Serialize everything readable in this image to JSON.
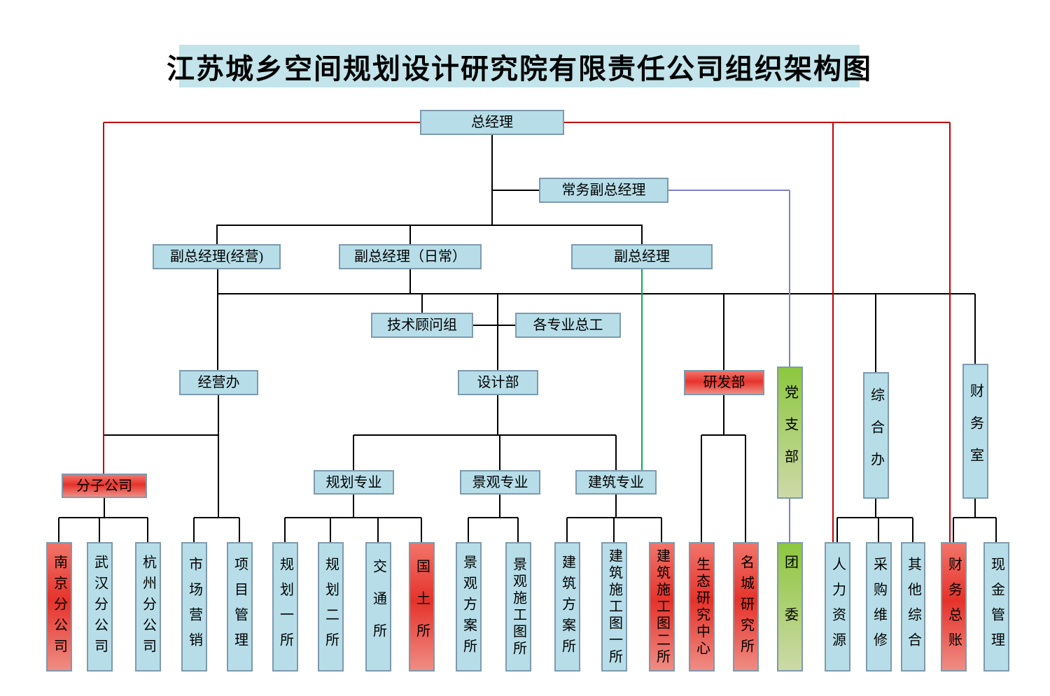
{
  "title": "江苏城乡空间规划设计研究院有限责任公司组织架构图",
  "colors": {
    "box_blue_fill": "#b7dee8",
    "box_red_fill": "#e5332b",
    "box_green_fill": "#8dc73f",
    "box_border": "#7e9aae",
    "line_black": "#000000",
    "line_red": "#c00000",
    "line_green": "#00b050",
    "line_blue": "#8080c8",
    "title_bg": "#c2e4ea"
  },
  "nodes": {
    "gm": {
      "label": "总经理"
    },
    "exec_deputy_gm": {
      "label": "常务副总经理"
    },
    "deputy_gm_operations": {
      "label": "副总经理(经营)"
    },
    "deputy_gm_daily": {
      "label": "副总经理（日常）"
    },
    "deputy_gm": {
      "label": "副总经理"
    },
    "tech_advisory": {
      "label": "技术顾问组"
    },
    "chief_engineers": {
      "label": "各专业总工"
    },
    "operations_office": {
      "label": "经营办"
    },
    "design_dept": {
      "label": "设计部"
    },
    "rd_dept": {
      "label": "研发部"
    },
    "party_branch": {
      "label": "党支部"
    },
    "general_office": {
      "label": "综合办"
    },
    "finance_office": {
      "label": "财务室"
    },
    "subsidiaries": {
      "label": "分子公司"
    },
    "planning_specialty": {
      "label": "规划专业"
    },
    "landscape_specialty": {
      "label": "景观专业"
    },
    "architecture_specialty": {
      "label": "建筑专业"
    },
    "nanjing_branch": {
      "label": "南京分公司"
    },
    "wuhan_branch": {
      "label": "武汉分公司"
    },
    "hangzhou_branch": {
      "label": "杭州分公司"
    },
    "marketing": {
      "label": "市场营销"
    },
    "project_mgmt": {
      "label": "项目管理"
    },
    "planning_inst_1": {
      "label": "规划一所"
    },
    "planning_inst_2": {
      "label": "规划二所"
    },
    "transport_inst": {
      "label": "交通所"
    },
    "land_inst": {
      "label": "国土所"
    },
    "landscape_scheme_inst": {
      "label": "景观方案所"
    },
    "landscape_construction_inst": {
      "label": "景观施工图所"
    },
    "arch_scheme_inst": {
      "label": "建筑方案所"
    },
    "arch_construction_inst_1": {
      "label": "建筑施工图一所"
    },
    "arch_construction_inst_2": {
      "label": "建筑施工图二所"
    },
    "ecology_research_center": {
      "label": "生态研究中心"
    },
    "famous_city_research_inst": {
      "label": "名城研究所"
    },
    "youth_league": {
      "label": "团委"
    },
    "human_resources": {
      "label": "人力资源"
    },
    "procurement_maintenance": {
      "label": "采购维修"
    },
    "other_general": {
      "label": "其他综合"
    },
    "finance_ledger": {
      "label": "财务总账"
    },
    "cash_management": {
      "label": "现金管理"
    }
  }
}
